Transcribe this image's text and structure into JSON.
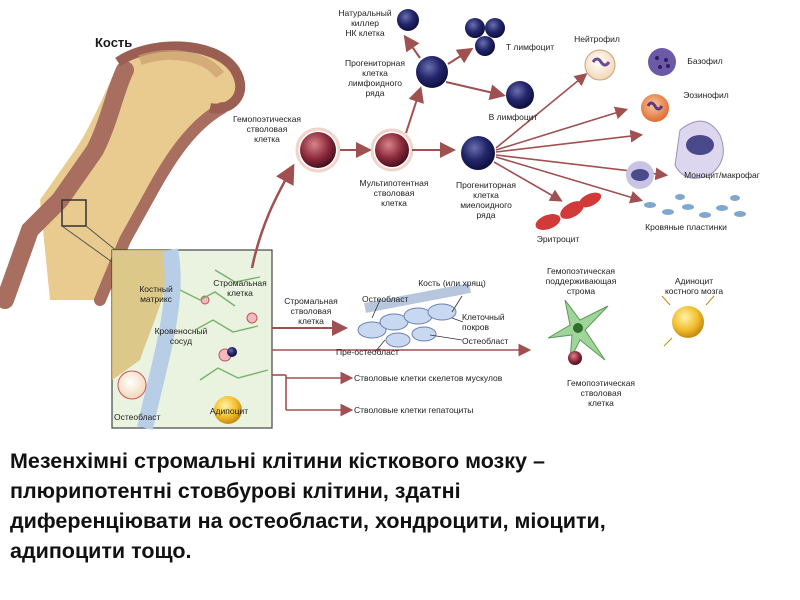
{
  "diagram": {
    "bone_title": "Кость",
    "labels": {
      "nk": "Натуральный\nкиллер\nНК клетка",
      "t_lymph": "Т лимфоцит",
      "lymph_progenitor": "Прогениторная\nклетка\nлимфоидного\nряда",
      "b_lymph": "В лимфоцит",
      "hsc": "Гемопоэтическая\nстволовая\nклетка",
      "multipotent": "Мультипотентная\nстволовая\nклетка",
      "myeloid_progenitor": "Прогениторная\nклетка\nмиелоидного\nряда",
      "neutrophil": "Нейтрофил",
      "basophil": "Базофил",
      "eosinophil": "Эозинофил",
      "monocyte": "Моноцит/макрофаг",
      "platelets": "Кровяные пластинки",
      "erythrocyte": "Эритроцит",
      "bone_matrix": "Костный\nматрикс",
      "stromal_inset": "Стромальная\nклетка",
      "blood_vessel": "Кровеносный\nсосуд",
      "osteoblast_inset": "Остеобласт",
      "adipocyte_inset": "Адипоцит",
      "stromal_cell": "Стромальная\nстволовая\nклетка",
      "bone_or_cartilage": "Кость (или хрящ)",
      "osteoblast": "Остеобласт",
      "cell_cover": "Клеточный\nпокров",
      "osteocyte": "Остеобласт",
      "pre_osteoblast": "Пре-остеобласт",
      "support_stroma": "Гемопоэтическая\nподдерживающая\nстрома",
      "marrow_adipocyte": "Адиноцит\nкостного мозга",
      "hsc_stroma": "Гемопоэтическая\nстволовая\nклетка",
      "muscle_stem": "Стволовые клетки скелетов мускулов",
      "hepatocyte_stem": "Стволовые клетки гепатоциты"
    }
  },
  "caption_lines": [
    "Мезенхімні стромальні клітини кісткового мозку –",
    "плюрипотентні стовбурові клітини, здатні",
    "диференціювати на остеобласти, хондроцити, міоцити,",
    "адипоцити тощо."
  ],
  "colors": {
    "bone": "#b07a6a",
    "marrow": "#e8c98a",
    "cell_dark": "#1c1f5e",
    "cell_red": "#8a2a3a",
    "arrow": "#a05050",
    "stroma": "#a6d49a"
  }
}
